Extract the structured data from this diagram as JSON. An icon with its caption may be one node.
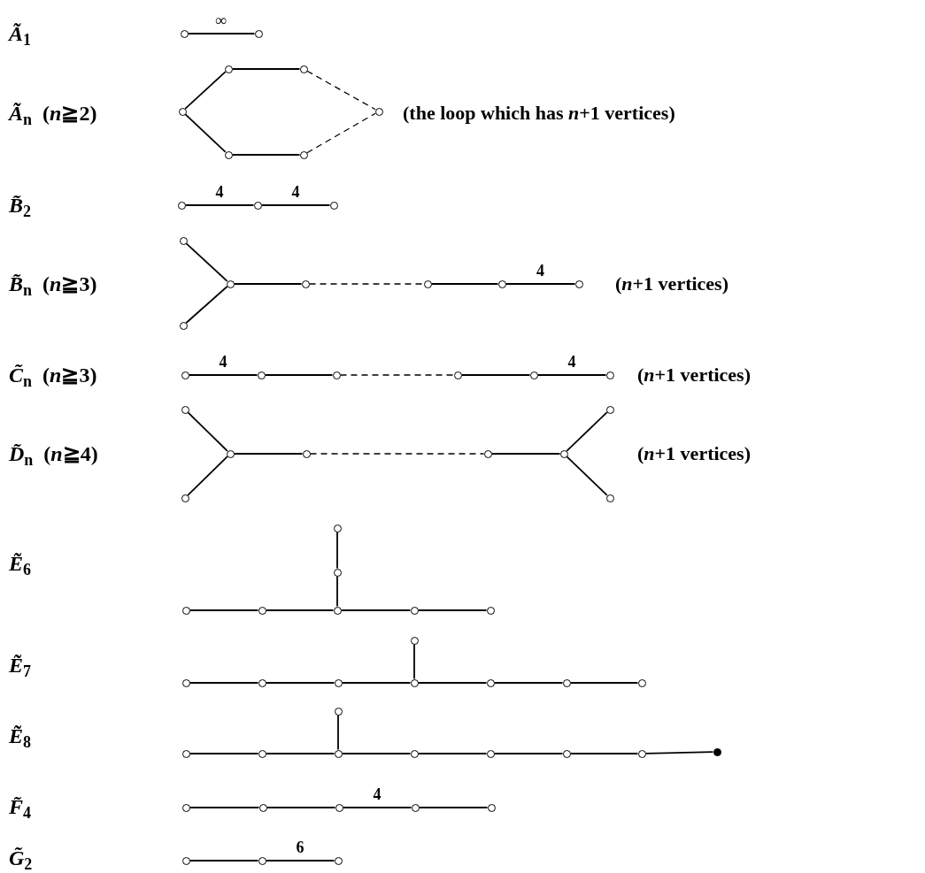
{
  "diagram": {
    "nodes": [
      {
        "text": [],
        "shape": "circle"
      },
      {
        "text": [],
        "shape": "circle"
      },
      {
        "text": [],
        "shape": "circle"
      },
      {
        "text": [],
        "shape": "circle"
      },
      {
        "text": [],
        "shape": "circle"
      },
      {
        "text": [],
        "shape": "circle"
      },
      {
        "text": [],
        "shape": "circle"
      },
      {
        "text": [],
        "shape": "circle"
      },
      {
        "text": [],
        "shape": "circle"
      },
      {
        "text": [],
        "shape": "circle"
      },
      {
        "text": [],
        "shape": "circle"
      },
      {
        "text": [],
        "shape": "circle"
      },
      {
        "text": [],
        "shape": "circle"
      },
      {
        "text": [],
        "shape": "circle"
      },
      {
        "text": [],
        "shape": "circle"
      },
      {
        "text": [],
        "shape": "circle"
      },
      {
        "text": [],
        "shape": "circle"
      },
      {
        "text": [],
        "shape": "circle"
      },
      {
        "text": [],
        "shape": "circle"
      },
      {
        "text": [],
        "shape": "circle"
      },
      {
        "text": [],
        "shape": "circle"
      },
      {
        "text": [],
        "shape": "circle"
      },
      {
        "text": [],
        "shape": "circle"
      },
      {
        "text": [],
        "shape": "circle"
      },
      {
        "text": [],
        "shape": "circle"
      },
      {
        "text": [],
        "shape": "circle"
      },
      {
        "text": [],
        "shape": "circle"
      },
      {
        "text": [],
        "shape": "circle"
      },
      {
        "text": [],
        "shape": "circle"
      },
      {
        "text": [],
        "shape": "circle"
      },
      {
        "text": [],
        "shape": "circle"
      },
      {
        "text": [],
        "shape": "circle"
      },
      {
        "text": [],
        "shape": "circle"
      },
      {
        "text": [],
        "shape": "circle"
      },
      {
        "text": [],
        "shape": "circle"
      },
      {
        "text": [],
        "shape": "circle"
      },
      {
        "text": [],
        "shape": "circle"
      },
      {
        "text": [],
        "shape": "circle"
      },
      {
        "text": [],
        "shape": "circle"
      },
      {
        "text": [],
        "shape": "circle"
      },
      {
        "text": [],
        "shape": "circle"
      },
      {
        "text": [],
        "shape": "circle"
      },
      {
        "text": [],
        "shape": "circle"
      },
      {
        "text": [],
        "shape": "circle"
      },
      {
        "text": [],
        "shape": "circle"
      },
      {
        "text": [],
        "shape": "circle"
      },
      {
        "text": [],
        "shape": "circle"
      },
      {
        "text": [],
        "shape": "circle"
      },
      {
        "text": [],
        "shape": "circle"
      },
      {
        "text": [],
        "shape": "circle"
      },
      {
        "text": [],
        "shape": "circle"
      },
      {
        "text": [],
        "shape": "circle"
      },
      {
        "text": [],
        "shape": "circle"
      },
      {
        "text": [],
        "shape": "circle"
      },
      {
        "text": [],
        "shape": "circle"
      },
      {
        "text": [],
        "shape": "dot"
      },
      {
        "text": [],
        "shape": "circle"
      },
      {
        "text": [],
        "shape": "circle"
      },
      {
        "text": [],
        "shape": "circle"
      },
      {
        "text": [],
        "shape": "circle"
      },
      {
        "text": [],
        "shape": "circle"
      },
      {
        "text": [],
        "shape": "circle"
      },
      {
        "text": [],
        "shape": "circle"
      },
      {
        "text": [],
        "shape": "circle"
      }
    ],
    "edges": [
      {
        "from": 0,
        "to": 1,
        "arrow": "none",
        "label": "∞"
      },
      {
        "from": 2,
        "to": 3,
        "arrow": "none"
      },
      {
        "from": 3,
        "to": 4,
        "arrow": "none"
      },
      {
        "from": 4,
        "to": 5,
        "arrow": "none",
        "style": "dashed"
      },
      {
        "from": 2,
        "to": 6,
        "arrow": "none"
      },
      {
        "from": 6,
        "to": 7,
        "arrow": "none"
      },
      {
        "from": 7,
        "to": 5,
        "arrow": "none",
        "style": "dashed"
      },
      {
        "from": 8,
        "to": 9,
        "arrow": "none",
        "label": "4"
      },
      {
        "from": 9,
        "to": 10,
        "arrow": "none",
        "label": "4"
      },
      {
        "from": 11,
        "to": 13,
        "arrow": "none"
      },
      {
        "from": 12,
        "to": 13,
        "arrow": "none"
      },
      {
        "from": 13,
        "to": 14,
        "arrow": "none"
      },
      {
        "from": 14,
        "to": 15,
        "arrow": "none",
        "style": "dashed"
      },
      {
        "from": 15,
        "to": 16,
        "arrow": "none"
      },
      {
        "from": 16,
        "to": 17,
        "arrow": "none",
        "label": "4"
      },
      {
        "from": 18,
        "to": 19,
        "arrow": "none",
        "label": "4"
      },
      {
        "from": 19,
        "to": 20,
        "arrow": "none"
      },
      {
        "from": 20,
        "to": 21,
        "arrow": "none",
        "style": "dashed"
      },
      {
        "from": 21,
        "to": 22,
        "arrow": "none"
      },
      {
        "from": 22,
        "to": 23,
        "arrow": "none",
        "label": "4"
      },
      {
        "from": 24,
        "to": 26,
        "arrow": "none"
      },
      {
        "from": 25,
        "to": 26,
        "arrow": "none"
      },
      {
        "from": 26,
        "to": 27,
        "arrow": "none"
      },
      {
        "from": 27,
        "to": 28,
        "arrow": "none",
        "style": "dashed"
      },
      {
        "from": 28,
        "to": 29,
        "arrow": "none"
      },
      {
        "from": 29,
        "to": 30,
        "arrow": "none"
      },
      {
        "from": 29,
        "to": 31,
        "arrow": "none"
      },
      {
        "from": 32,
        "to": 33,
        "arrow": "none"
      },
      {
        "from": 33,
        "to": 36,
        "arrow": "none"
      },
      {
        "from": 34,
        "to": 35,
        "arrow": "none"
      },
      {
        "from": 35,
        "to": 36,
        "arrow": "none"
      },
      {
        "from": 36,
        "to": 37,
        "arrow": "none"
      },
      {
        "from": 37,
        "to": 38,
        "arrow": "none"
      },
      {
        "from": 39,
        "to": 43,
        "arrow": "none"
      },
      {
        "from": 40,
        "to": 41,
        "arrow": "none"
      },
      {
        "from": 41,
        "to": 42,
        "arrow": "none"
      },
      {
        "from": 42,
        "to": 43,
        "arrow": "none"
      },
      {
        "from": 43,
        "to": 44,
        "arrow": "none"
      },
      {
        "from": 44,
        "to": 45,
        "arrow": "none"
      },
      {
        "from": 45,
        "to": 46,
        "arrow": "none"
      },
      {
        "from": 47,
        "to": 50,
        "arrow": "none"
      },
      {
        "from": 48,
        "to": 49,
        "arrow": "none"
      },
      {
        "from": 49,
        "to": 50,
        "arrow": "none"
      },
      {
        "from": 50,
        "to": 51,
        "arrow": "none"
      },
      {
        "from": 51,
        "to": 52,
        "arrow": "none"
      },
      {
        "from": 52,
        "to": 53,
        "arrow": "none"
      },
      {
        "from": 53,
        "to": 54,
        "arrow": "none"
      },
      {
        "from": 54,
        "to": 55,
        "arrow": "none"
      },
      {
        "from": 56,
        "to": 57,
        "arrow": "none"
      },
      {
        "from": 57,
        "to": 58,
        "arrow": "none"
      },
      {
        "from": 58,
        "to": 59,
        "arrow": "none",
        "label": "4"
      },
      {
        "from": 59,
        "to": 60,
        "arrow": "none"
      },
      {
        "from": 61,
        "to": 62,
        "arrow": "none"
      },
      {
        "from": 62,
        "to": 63,
        "arrow": "none",
        "label": "6"
      }
    ],
    "labels": [
      "*Ã*$_{1}$",
      "*Ã*$_{n}$  (*n*≧2)",
      "(the loop which has *n*+1 vertices)",
      "*B̃*$_{2}$",
      "*B̃*$_{n}$  (*n*≧3)",
      "(*n*+1 vertices)",
      "*C̃*$_{n}$  (*n*≧3)",
      "(*n*+1 vertices)",
      "*D̃*$_{n}$  (*n*≧4)",
      "(*n*+1 vertices)",
      "*Ẽ*$_{6}$",
      "*Ẽ*$_{7}$",
      "*Ẽ*$_{8}$",
      "*F̃*$_{4}$",
      "*G̃*$_{2}$"
    ]
  }
}
